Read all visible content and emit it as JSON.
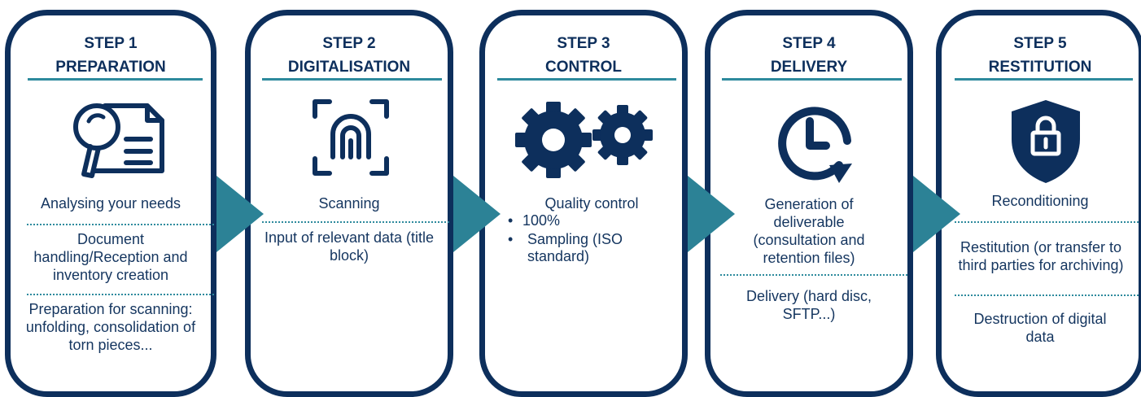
{
  "colors": {
    "navy": "#0d2f5c",
    "teal": "#2d8a9d",
    "arrow": "#2c8296"
  },
  "steps": [
    {
      "step": "STEP 1",
      "name": "PREPARATION",
      "icon": "document-search-icon",
      "items": [
        "Analysing your needs",
        "Document handling/Reception and inventory creation",
        "Preparation for scanning: unfolding, consolidation of torn pieces..."
      ]
    },
    {
      "step": "STEP 2",
      "name": "DIGITALISATION",
      "icon": "fingerprint-scan-icon",
      "items": [
        "Scanning",
        "Input of relevant data (title block)"
      ]
    },
    {
      "step": "STEP 3",
      "name": "CONTROL",
      "icon": "gears-icon",
      "title": "Quality control",
      "bullets": [
        "100%",
        "Sampling (ISO standard)"
      ]
    },
    {
      "step": "STEP 4",
      "name": "DELIVERY",
      "icon": "clock-icon",
      "items": [
        "Generation of deliverable (consultation and retention files)",
        "Delivery (hard disc, SFTP...)"
      ]
    },
    {
      "step": "STEP 5",
      "name": "RESTITUTION",
      "icon": "shield-lock-icon",
      "items": [
        "Reconditioning",
        "Restitution (or transfer to third parties for archiving)",
        "Destruction of digital data"
      ]
    }
  ]
}
